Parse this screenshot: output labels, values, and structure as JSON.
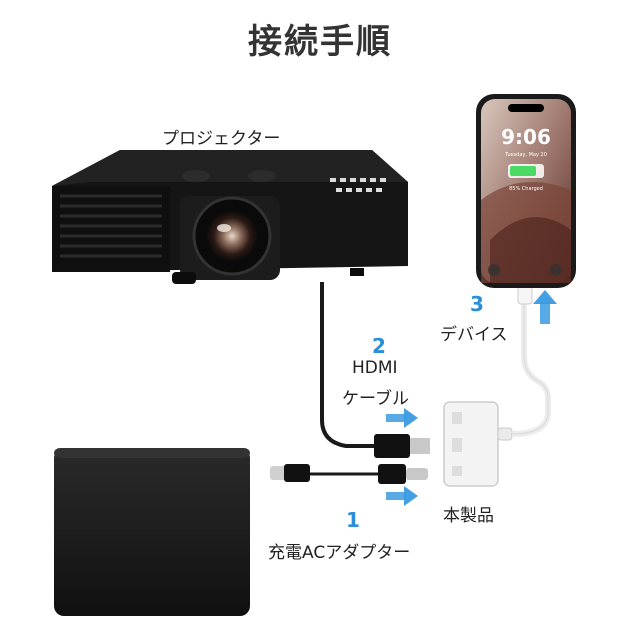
{
  "title": "接続手順",
  "labels": {
    "projector": "プロジェクター",
    "step1_number": "1",
    "step1_label": "充電ACアダプター",
    "step2_number": "2",
    "step2_label_line1": "HDMI",
    "step2_label_line2": "ケーブル",
    "step3_number": "3",
    "step3_label": "デバイス",
    "product": "本製品"
  },
  "phone": {
    "time": "9:06",
    "date": "Tuesday, May 20",
    "battery": "85% Charged"
  },
  "colors": {
    "accent": "#2a8fd8",
    "arrow": "#3a9be0",
    "device_body": "#111111",
    "adapter": "#f2f2f2"
  }
}
